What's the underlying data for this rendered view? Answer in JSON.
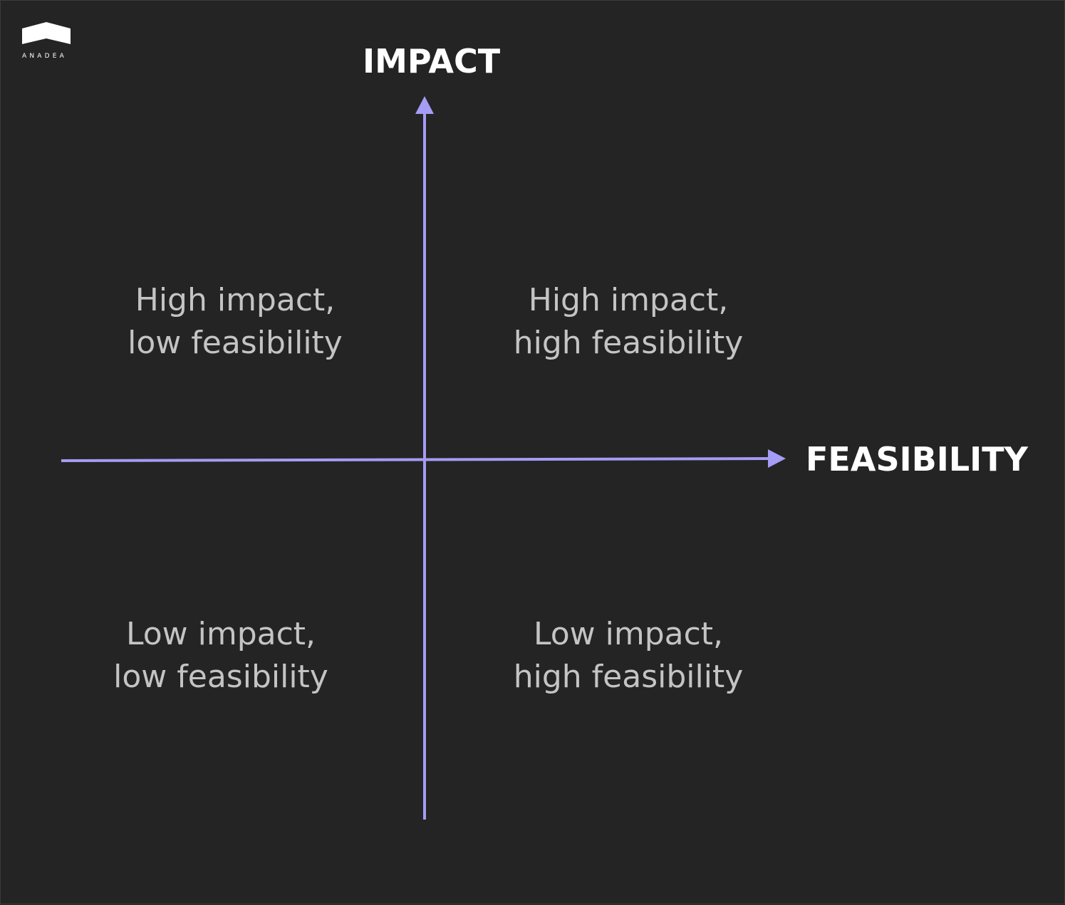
{
  "brand": {
    "name": "ANADEA",
    "mark_color": "#ffffff"
  },
  "axes": {
    "vertical_title": "IMPACT",
    "horizontal_title": "FEASIBILITY",
    "color": "#a59cf5"
  },
  "quadrants": {
    "top_left": {
      "line1": "High impact,",
      "line2": "low feasibility"
    },
    "top_right": {
      "line1": "High impact,",
      "line2": "high feasibility"
    },
    "bottom_left": {
      "line1": "Low impact,",
      "line2": "low feasibility"
    },
    "bottom_right": {
      "line1": "Low impact,",
      "line2": "high feasibility"
    }
  },
  "colors": {
    "background": "#242424",
    "quadrant_text": "#c4c4c4",
    "title_text": "#ffffff"
  }
}
